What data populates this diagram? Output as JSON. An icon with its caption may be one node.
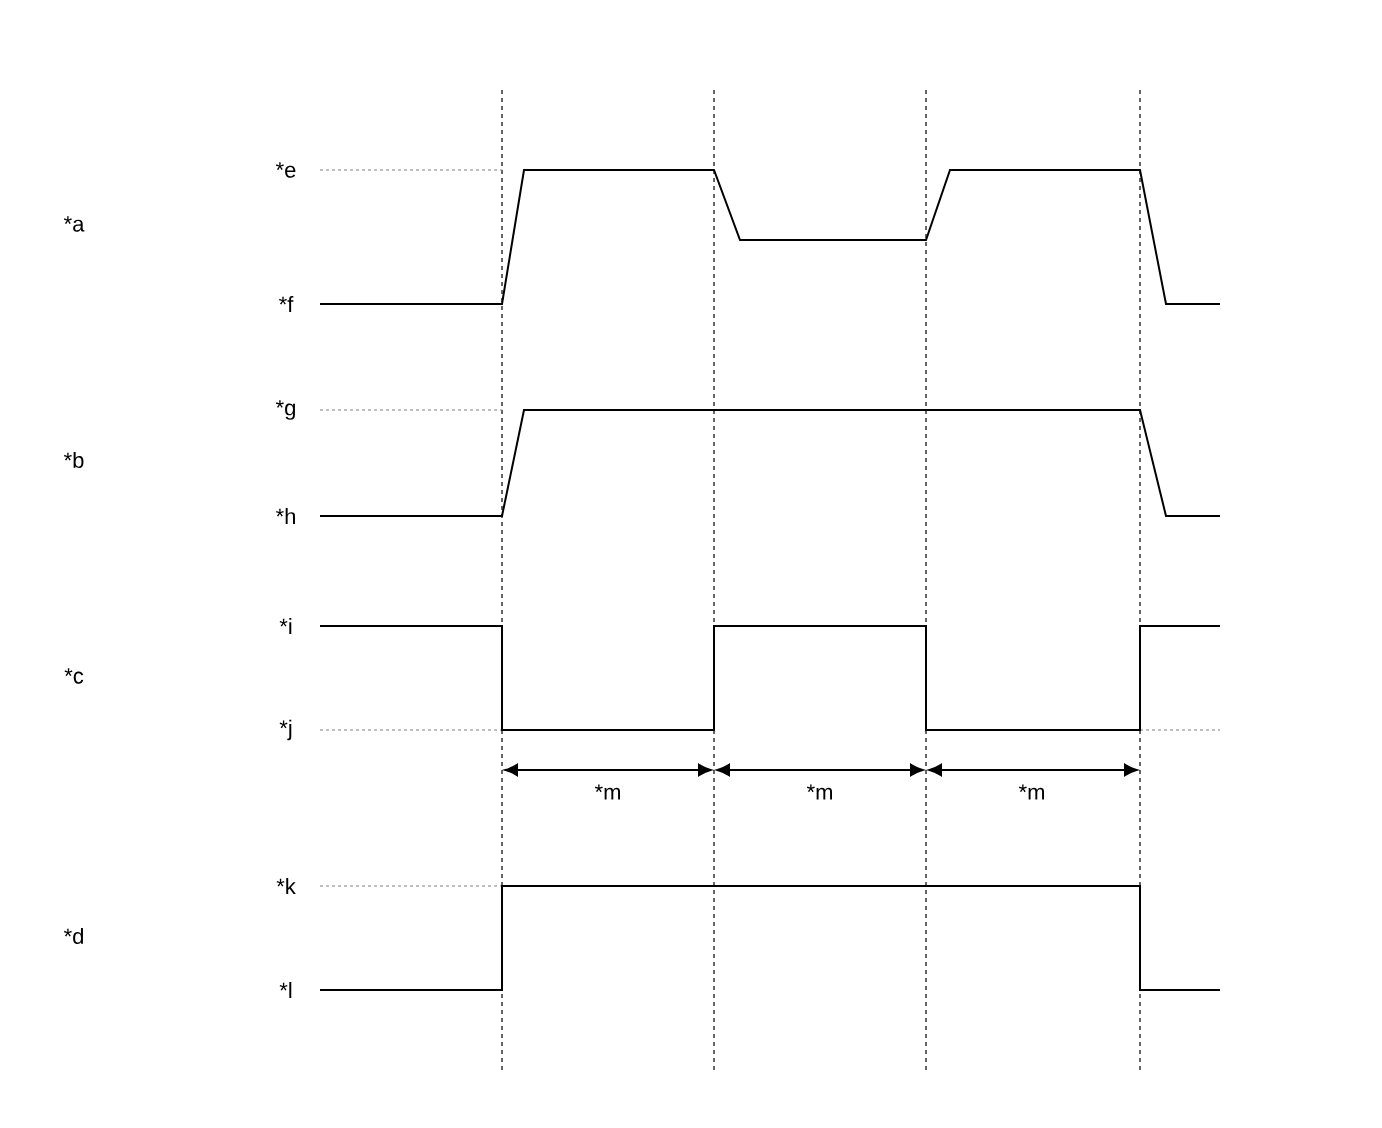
{
  "diagram": {
    "labels": [
      "*e",
      "*a",
      "*f",
      "*g",
      "*b",
      "*h",
      "*i",
      "*c",
      "*j",
      "*m",
      "*m",
      "*m",
      "*k",
      "*d",
      "*l"
    ]
  }
}
